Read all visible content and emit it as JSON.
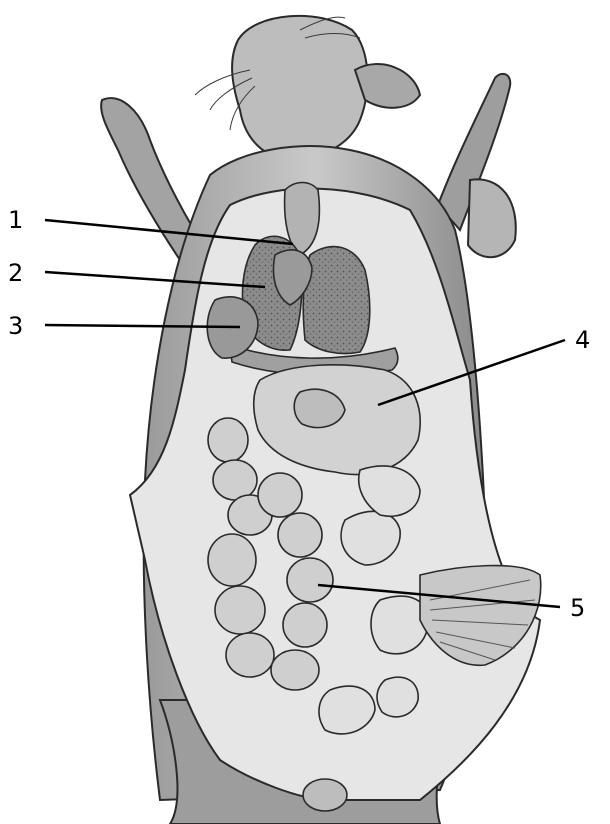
{
  "labels": [
    {
      "id": "1",
      "text": "1"
    },
    {
      "id": "2",
      "text": "2"
    },
    {
      "id": "3",
      "text": "3"
    },
    {
      "id": "4",
      "text": "4"
    },
    {
      "id": "5",
      "text": "5"
    }
  ],
  "colors": {
    "background": "#ffffff",
    "ink": "#1a1a1a",
    "leader_line": "#000000"
  }
}
